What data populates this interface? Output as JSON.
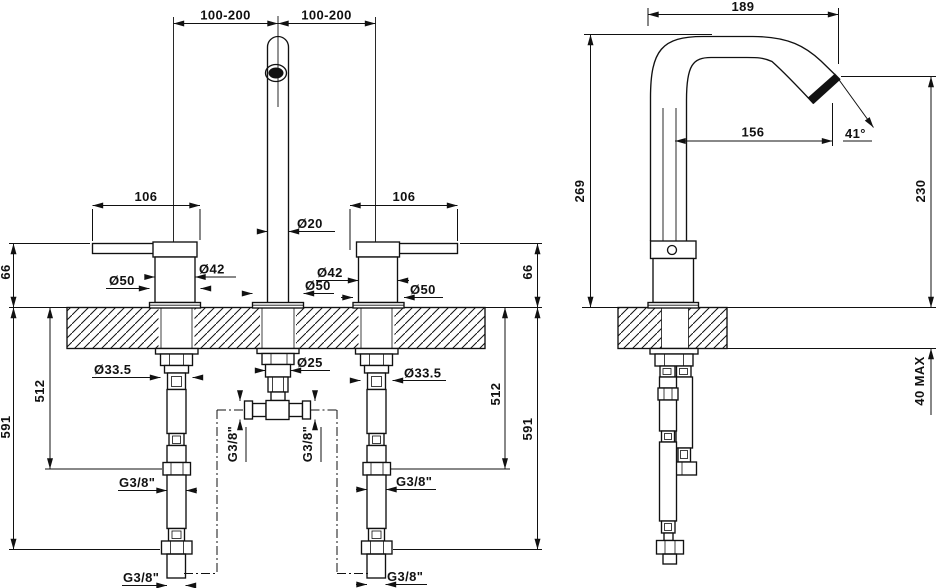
{
  "front_view": {
    "labels": {
      "offset_left": "100-200",
      "offset_right": "100-200",
      "span_left": "106",
      "span_right": "106",
      "spout_tube": "Ø20",
      "handle_left_dia": "Ø42",
      "handle_left_base": "Ø50",
      "handle_right_dia": "Ø42",
      "handle_right_base": "Ø50",
      "spout_base": "Ø50",
      "deck_height_left": "66",
      "deck_height_right": "66",
      "hose_mid_left": "512",
      "hose_total_left": "591",
      "hose_mid_right": "512",
      "hose_total_right": "591",
      "tailpiece": "Ø25",
      "shank_left": "Ø33.5",
      "shank_right": "Ø33.5",
      "tee_thread_left": "G3/8\"",
      "tee_thread_right": "G3/8\"",
      "hose_mid_thread_left": "G3/8\"",
      "hose_mid_thread_right": "G3/8\"",
      "hose_end_thread_left": "G3/8\"",
      "hose_end_thread_right": "G3/8\""
    }
  },
  "side_view": {
    "labels": {
      "reach": "189",
      "outlet_reach": "156",
      "outlet_angle": "41°",
      "height": "269",
      "outlet_height": "230",
      "deck_max": "40 MAX"
    }
  }
}
